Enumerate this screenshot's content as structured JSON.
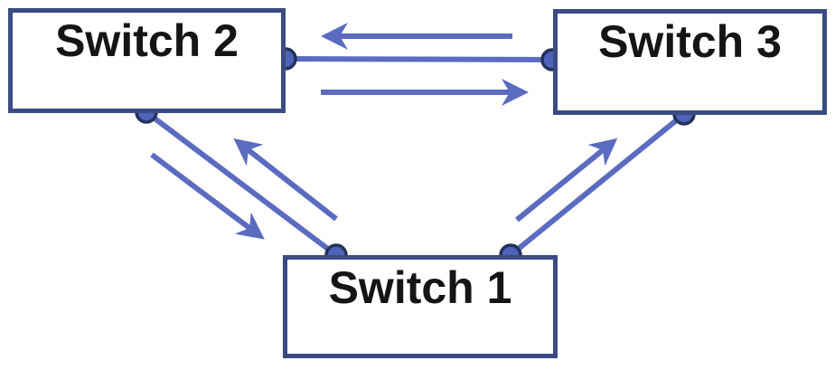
{
  "nodes": {
    "switch1": {
      "label": "Switch 1"
    },
    "switch2": {
      "label": "Switch 2"
    },
    "switch3": {
      "label": "Switch 3"
    }
  },
  "links": [
    {
      "between": [
        "Switch 2",
        "Switch 3"
      ],
      "arrows": [
        "Switch 3 to Switch 2",
        "Switch 2 to Switch 3"
      ]
    },
    {
      "between": [
        "Switch 2",
        "Switch 1"
      ],
      "arrows": [
        "Switch 1 to Switch 2",
        "Switch 2 to Switch 1"
      ]
    },
    {
      "between": [
        "Switch 1",
        "Switch 3"
      ],
      "arrows": [
        "Switch 1 to Switch 3"
      ]
    }
  ],
  "colors": {
    "line": "#5b6bc0",
    "dot_fill": "#4d62b8",
    "dot_stroke": "#253159",
    "box_border": "#3b4b82",
    "label_text": "#151515",
    "background": "#ffffff"
  }
}
